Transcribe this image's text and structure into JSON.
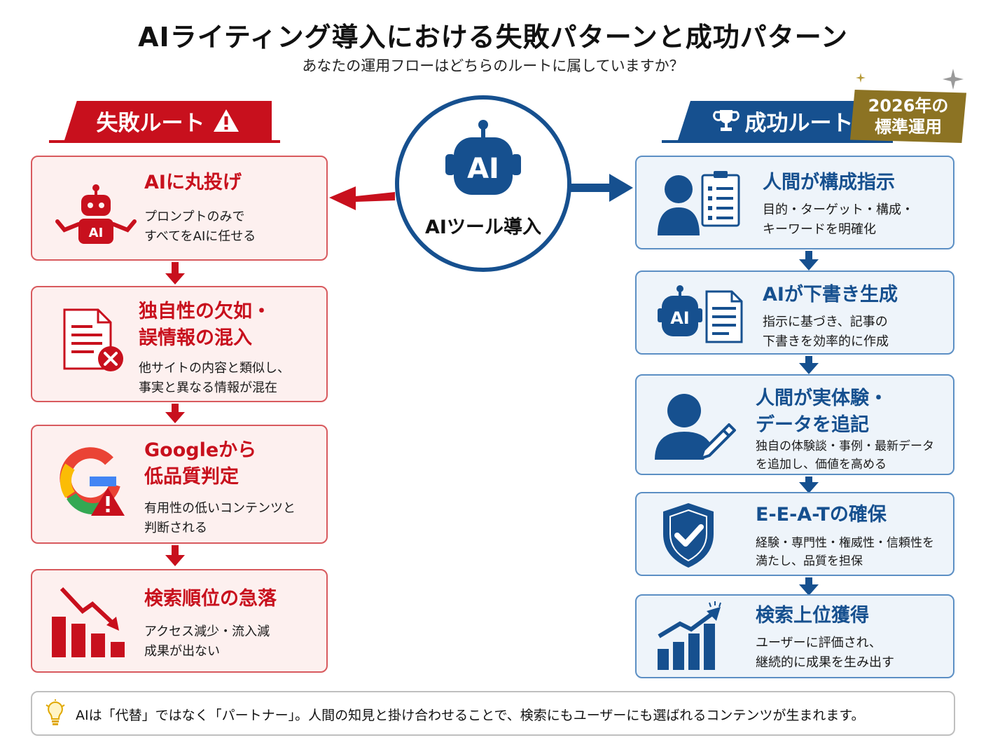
{
  "header": {
    "title": "AIライティング導入における失敗パターンと成功パターン",
    "subtitle": "あなたの運用フローはどちらのルートに属していますか？"
  },
  "hub": {
    "label": "AIツール導入",
    "icon_text": "AI"
  },
  "fail_route": {
    "label": "失敗ルート",
    "color": "#c8101d",
    "steps": [
      {
        "title": "AIに丸投げ",
        "desc": [
          "プロンプトのみで",
          "すべてをAIに任せる"
        ],
        "icon": "robot-shrug-icon",
        "icon_text": "AI"
      },
      {
        "title": [
          "独自性の欠如・",
          "誤情報の混入"
        ],
        "desc": [
          "他サイトの内容と類似し、",
          "事実と異なる情報が混在"
        ],
        "icon": "document-error-icon"
      },
      {
        "title": [
          "Googleから",
          "低品質判定"
        ],
        "desc": [
          "有用性の低いコンテンツと",
          "判断される"
        ],
        "icon": "google-warning-icon"
      },
      {
        "title": "検索順位の急落",
        "desc": [
          "アクセス減少・流入減",
          "成果が出ない"
        ],
        "icon": "chart-down-icon"
      }
    ]
  },
  "success_route": {
    "label": "成功ルート",
    "color": "#16508f",
    "badge": [
      "2026年の",
      "標準運用"
    ],
    "steps": [
      {
        "title": "人間が構成指示",
        "desc": [
          "目的・ターゲット・構成・",
          "キーワードを明確化"
        ],
        "icon": "person-checklist-icon"
      },
      {
        "title": "AIが下書き生成",
        "desc": [
          "指示に基づき、記事の",
          "下書きを効率的に作成"
        ],
        "icon": "robot-document-icon",
        "icon_text": "AI"
      },
      {
        "title": [
          "人間が実体験・",
          "データを追記"
        ],
        "desc": [
          "独自の体験談・事例・最新データ",
          "を追加し、価値を高める"
        ],
        "icon": "person-pen-icon"
      },
      {
        "title": "E-E-A-Tの確保",
        "desc": [
          "経験・専門性・権威性・信頼性を",
          "満たし、品質を担保"
        ],
        "icon": "shield-check-icon"
      },
      {
        "title": "検索上位獲得",
        "desc": [
          "ユーザーに評価され、",
          "継続的に成果を生み出す"
        ],
        "icon": "chart-up-icon"
      }
    ]
  },
  "footer": {
    "text": "AIは「代替」ではなく「パートナー」。人間の知見と掛け合わせることで、検索にもユーザーにも選ばれるコンテンツが生まれます。",
    "icon": "lightbulb-icon"
  }
}
